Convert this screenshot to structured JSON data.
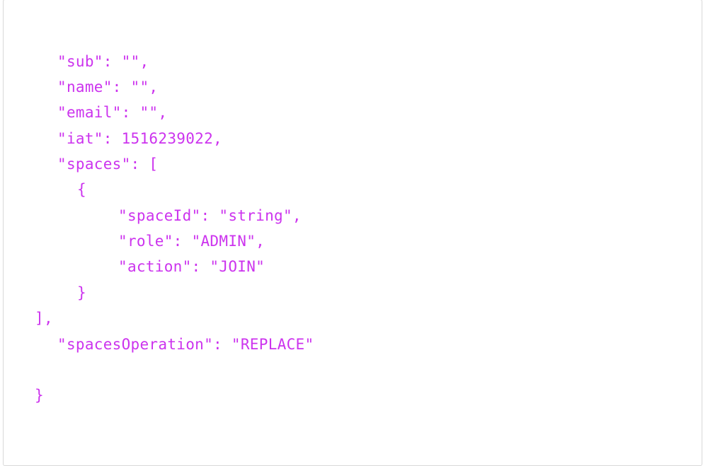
{
  "code_block": {
    "lines": [
      "\"sub\": \"\",",
      "\"name\": \"\",",
      "\"email\": \"\",",
      "\"iat\": 1516239022,",
      "\"spaces\": [",
      "{",
      "\"spaceId\": \"string\",",
      "\"role\": \"ADMIN\",",
      "\"action\": \"JOIN\"",
      "}",
      "],",
      "\"spacesOperation\": \"REPLACE\"",
      "}"
    ],
    "text_color": "#cc33ee",
    "border_color": "#d8d8d8"
  }
}
